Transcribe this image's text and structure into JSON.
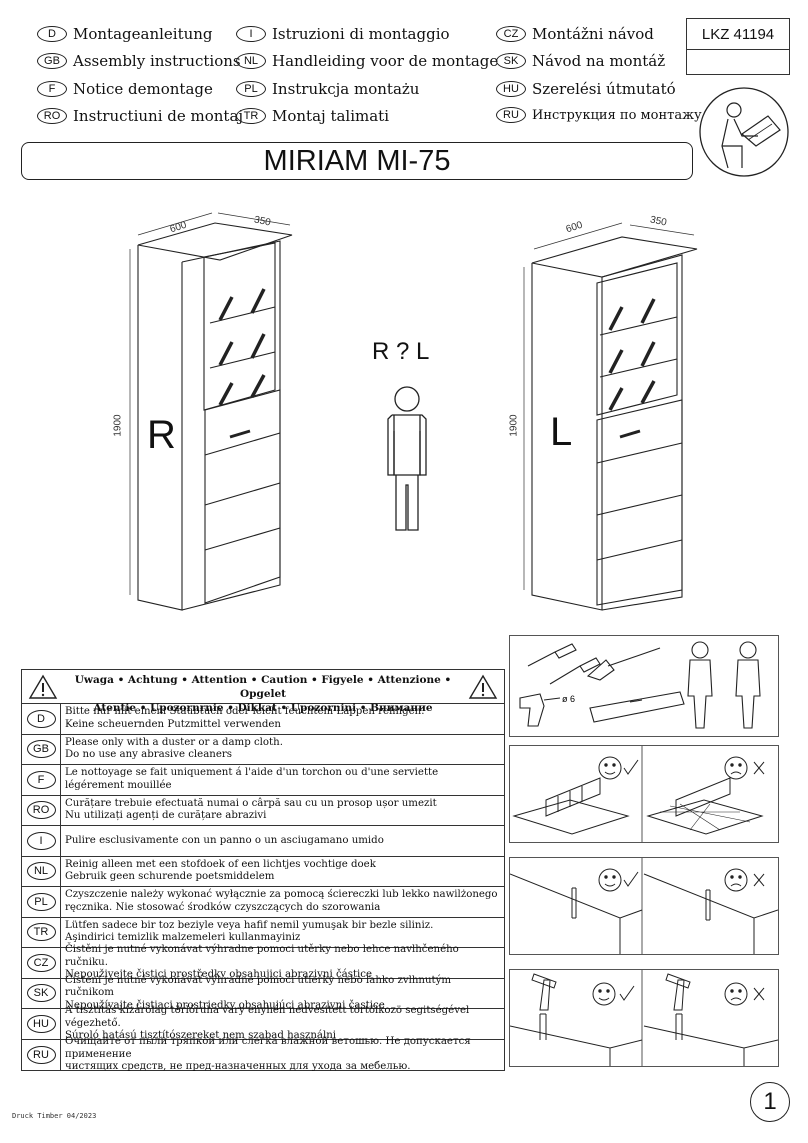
{
  "languages": [
    {
      "code": "D",
      "label": "Montageanleitung"
    },
    {
      "code": "GB",
      "label": "Assembly instructions"
    },
    {
      "code": "F",
      "label": "Notice demontage"
    },
    {
      "code": "RO",
      "label": "Instructiuni de montaj"
    },
    {
      "code": "I",
      "label": "Istruzioni di montaggio"
    },
    {
      "code": "NL",
      "label": "Handleiding voor de montage"
    },
    {
      "code": "PL",
      "label": "Instrukcja montażu"
    },
    {
      "code": "TR",
      "label": "Montaj talimati"
    },
    {
      "code": "CZ",
      "label": "Montážni návod"
    },
    {
      "code": "SK",
      "label": "Návod na montáž"
    },
    {
      "code": "HU",
      "label": "Szerelési útmutató"
    },
    {
      "code": "RU",
      "label": "Инструкция по монтажу"
    }
  ],
  "product_code": "LKZ 41194",
  "title": "MIRIAM MI-75",
  "dimensions": {
    "width": "600",
    "depth": "350",
    "height": "1900"
  },
  "variants": {
    "right": "R",
    "left": "L",
    "question": "R ? L"
  },
  "drill_size": "ø 6",
  "warning": {
    "header_line1": "Uwaga • Achtung • Attention • Caution • Figyele • Attenzione • Opgelet",
    "header_line2": "Atentie • Upozornrnie • Dikkat • Upozornini • Внимание",
    "rows": [
      {
        "code": "D",
        "line1": "Bitte nur mit einem Staubtuch oder leicht feuchtem Lappen reinigen.",
        "line2": "Keine scheuernden Putzmittel verwenden"
      },
      {
        "code": "GB",
        "line1": "Please only with a duster or a damp cloth.",
        "line2": "Do no use any abrasive cleaners"
      },
      {
        "code": "F",
        "line1": "Le nottoyage se fait uniquement á l'aide d'un torchon ou d'une serviette",
        "line2": "légérement mouillée"
      },
      {
        "code": "RO",
        "line1": "Curățare trebuie efectuată numai o cârpă sau cu un prosop ușor umezit",
        "line2": "Nu utilizați agenți de curățare abrazivi"
      },
      {
        "code": "I",
        "line1": "Pulire esclusivamente con un panno o un asciugamano umido",
        "line2": ""
      },
      {
        "code": "NL",
        "line1": "Reinig alleen met een stofdoek of een lichtjes vochtige doek",
        "line2": "Gebruik geen schurende poetsmiddelem"
      },
      {
        "code": "PL",
        "line1": "Czyszczenie należy wykonać wyłącznie za pomocą ściereczki lub lekko nawilżonego",
        "line2": "ręcznika. Nie stosować środków czyszczących do szorowania"
      },
      {
        "code": "TR",
        "line1": "Lütfen sadece bir toz beziyle veya hafif nemil yumuşak bir bezle siliniz.",
        "line2": "Aşindirici temizlik malzemeleri kullanmayiniz"
      },
      {
        "code": "CZ",
        "line1": "Čistěni je nutné vykonávat výhradne pomoci utěrky nebo lehce navlhčeného ručniku.",
        "line2": "Nepouživejte čistici prostředky obsahujici abrazivni částice"
      },
      {
        "code": "SK",
        "line1": "Čisteni je nutné vykonávať výhradne pomoci utierky nebo ľahko zvlhnutým ručnikom",
        "line2": "Nepoužívajte čistiaci prostriedky obsahujúci abrazivni častice"
      },
      {
        "code": "HU",
        "line1": "A tisztitás kizárólag törlőruha vary enyhén nedvesitett törtölkozö segitségével végezhető.",
        "line2": "Súroló hatású tisztítószereket nem szabad használni"
      },
      {
        "code": "RU",
        "line1": "Очищайте от пыли тряпкой или слегка влажной ветошью. Не допускается применение",
        "line2": "чистящих средств, не пред-назначенных для ухода за мебелью."
      }
    ]
  },
  "footer": "Druck Timber 04/2023",
  "page_number": "1"
}
